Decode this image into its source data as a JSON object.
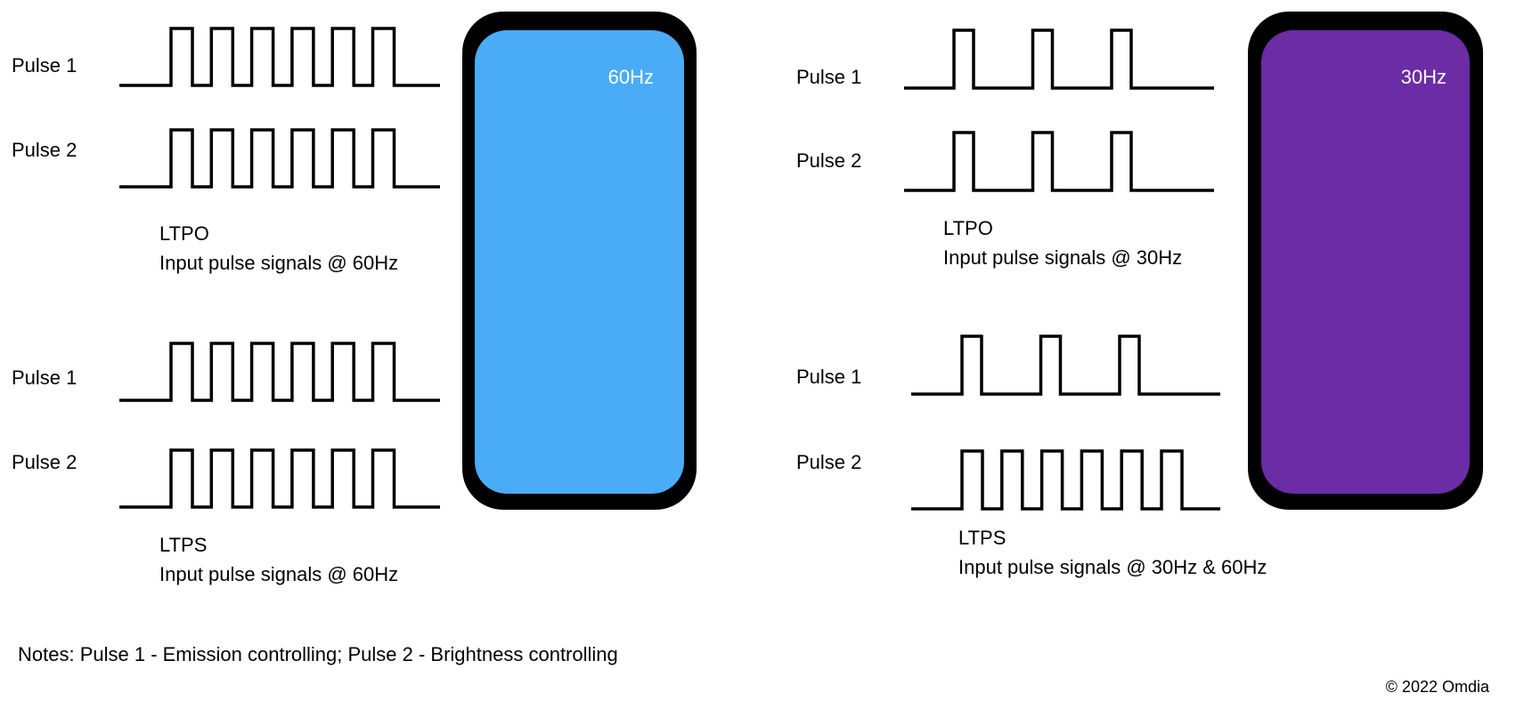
{
  "panels": [
    {
      "id": "left",
      "refresh_rate_label": "60Hz",
      "screen_color": "#4aabf7",
      "groups": [
        {
          "tech": "LTPO",
          "caption": "Input pulse signals @ 60Hz",
          "signals": [
            {
              "label": "Pulse 1",
              "pulse_count": 6,
              "frequency": "60Hz"
            },
            {
              "label": "Pulse 2",
              "pulse_count": 6,
              "frequency": "60Hz"
            }
          ]
        },
        {
          "tech": "LTPS",
          "caption": "Input pulse signals @ 60Hz",
          "signals": [
            {
              "label": "Pulse 1",
              "pulse_count": 6,
              "frequency": "60Hz"
            },
            {
              "label": "Pulse 2",
              "pulse_count": 6,
              "frequency": "60Hz"
            }
          ]
        }
      ]
    },
    {
      "id": "right",
      "refresh_rate_label": "30Hz",
      "screen_color": "#6b2ca6",
      "groups": [
        {
          "tech": "LTPO",
          "caption": "Input pulse signals @ 30Hz",
          "signals": [
            {
              "label": "Pulse 1",
              "pulse_count": 3,
              "frequency": "30Hz"
            },
            {
              "label": "Pulse 2",
              "pulse_count": 3,
              "frequency": "30Hz"
            }
          ]
        },
        {
          "tech": "LTPS",
          "caption": "Input pulse signals @ 30Hz & 60Hz",
          "signals": [
            {
              "label": "Pulse 1",
              "pulse_count": 3,
              "frequency": "30Hz"
            },
            {
              "label": "Pulse 2",
              "pulse_count": 6,
              "frequency": "60Hz"
            }
          ]
        }
      ]
    }
  ],
  "notes": "Notes: Pulse 1 - Emission controlling; Pulse 2 - Brightness controlling",
  "copyright": "© 2022 Omdia"
}
